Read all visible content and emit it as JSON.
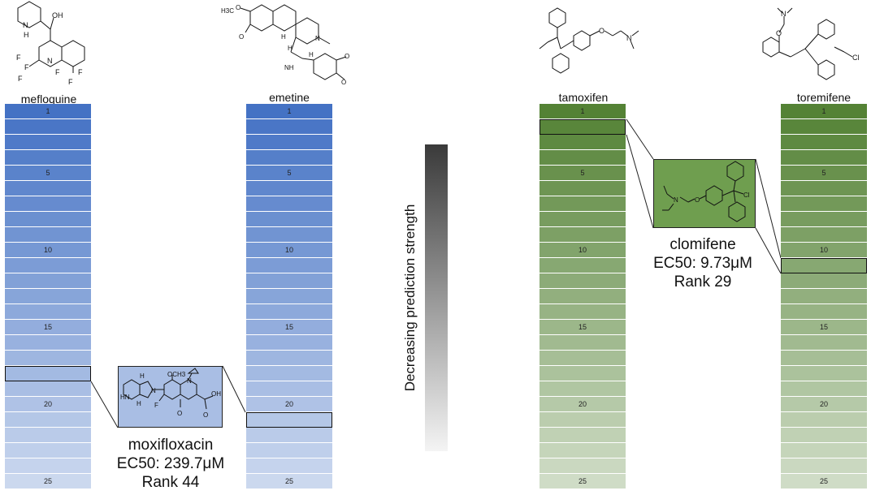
{
  "columns": [
    {
      "name": "mefloquine",
      "color": "#4472c4"
    },
    {
      "name": "emetine",
      "color": "#4472c4"
    },
    {
      "name": "tamoxifen",
      "color": "#548235"
    },
    {
      "name": "toremifene",
      "color": "#548235"
    }
  ],
  "rank_labels": [
    "1",
    "5",
    "10",
    "15",
    "20",
    "25"
  ],
  "gradient_label": "Decreasing prediction strength",
  "callouts": [
    {
      "drug": "moxifloxacin",
      "ec50": "EC50: 239.7μM",
      "rank": "Rank 44"
    },
    {
      "drug": "clomifene",
      "ec50": "EC50: 9.73μM",
      "rank": "Rank 29"
    }
  ],
  "atom_labels": {
    "mefloquine": [
      "N",
      "H",
      "OH",
      "N",
      "F",
      "F",
      "F",
      "F",
      "F",
      "F"
    ],
    "emetine": [
      "H3C",
      "O",
      "O",
      "N",
      "H",
      "H",
      "NH",
      "H",
      "O",
      "O"
    ],
    "tamoxifen": [
      "O",
      "N"
    ],
    "toremifene": [
      "N",
      "O",
      "Cl"
    ],
    "moxifloxacin": [
      "H",
      "HN",
      "H",
      "OCH3",
      "N",
      "N",
      "F",
      "O",
      "OH",
      "O"
    ],
    "clomifene": [
      "N",
      "O",
      "Cl"
    ]
  }
}
